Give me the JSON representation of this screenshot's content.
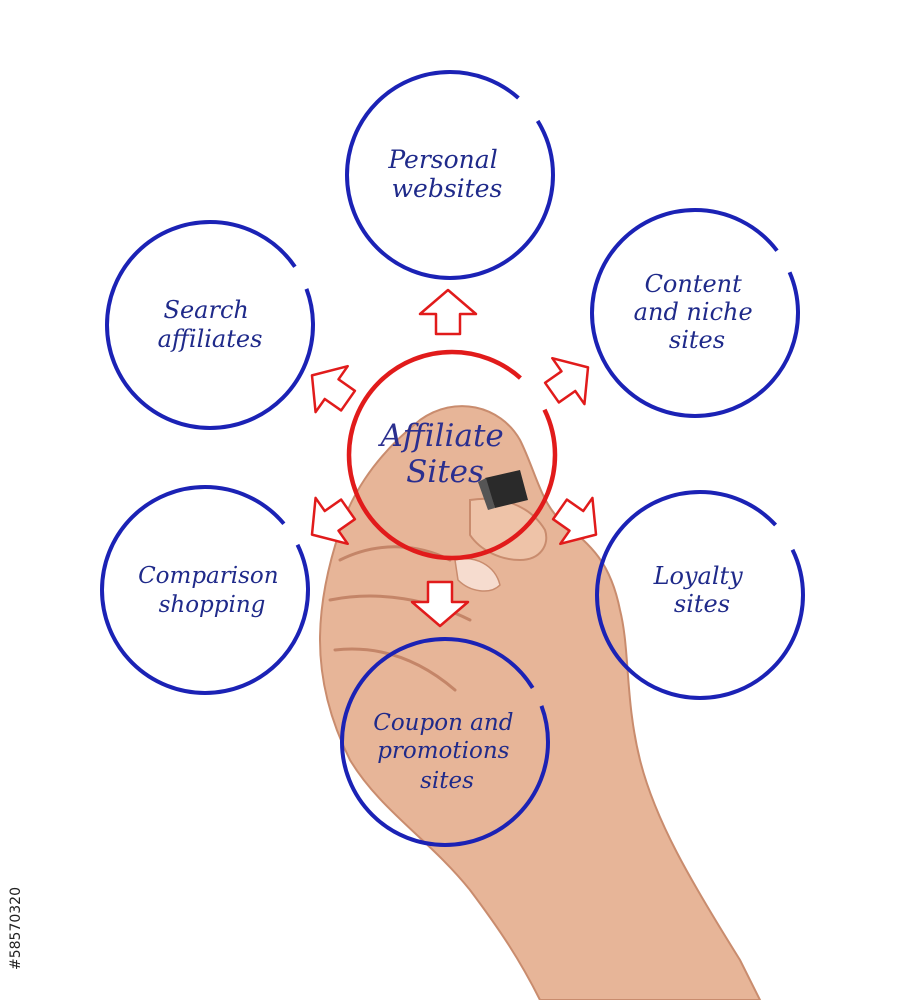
{
  "diagram": {
    "center": {
      "lines": [
        "Affiliate",
        "Sites"
      ],
      "color": "#e11b1b",
      "text_color": "#2b2f8f"
    },
    "nodes": [
      {
        "id": "personal-websites",
        "lines": [
          "Personal",
          "websites"
        ]
      },
      {
        "id": "content-niche-sites",
        "lines": [
          "Content",
          "and niche",
          "sites"
        ]
      },
      {
        "id": "loyalty-sites",
        "lines": [
          "Loyalty",
          "sites"
        ]
      },
      {
        "id": "coupon-promotions-sites",
        "lines": [
          "Coupon and",
          "promotions",
          "sites"
        ]
      },
      {
        "id": "comparison-shopping",
        "lines": [
          "Comparison",
          "shopping"
        ]
      },
      {
        "id": "search-affiliates",
        "lines": [
          "Search",
          "affiliates"
        ]
      }
    ],
    "node_color": "#1b22b5",
    "arrow_color": "#e11b1b",
    "hand_skin_color": "#e6b79a"
  },
  "stock_id": "#58570320"
}
